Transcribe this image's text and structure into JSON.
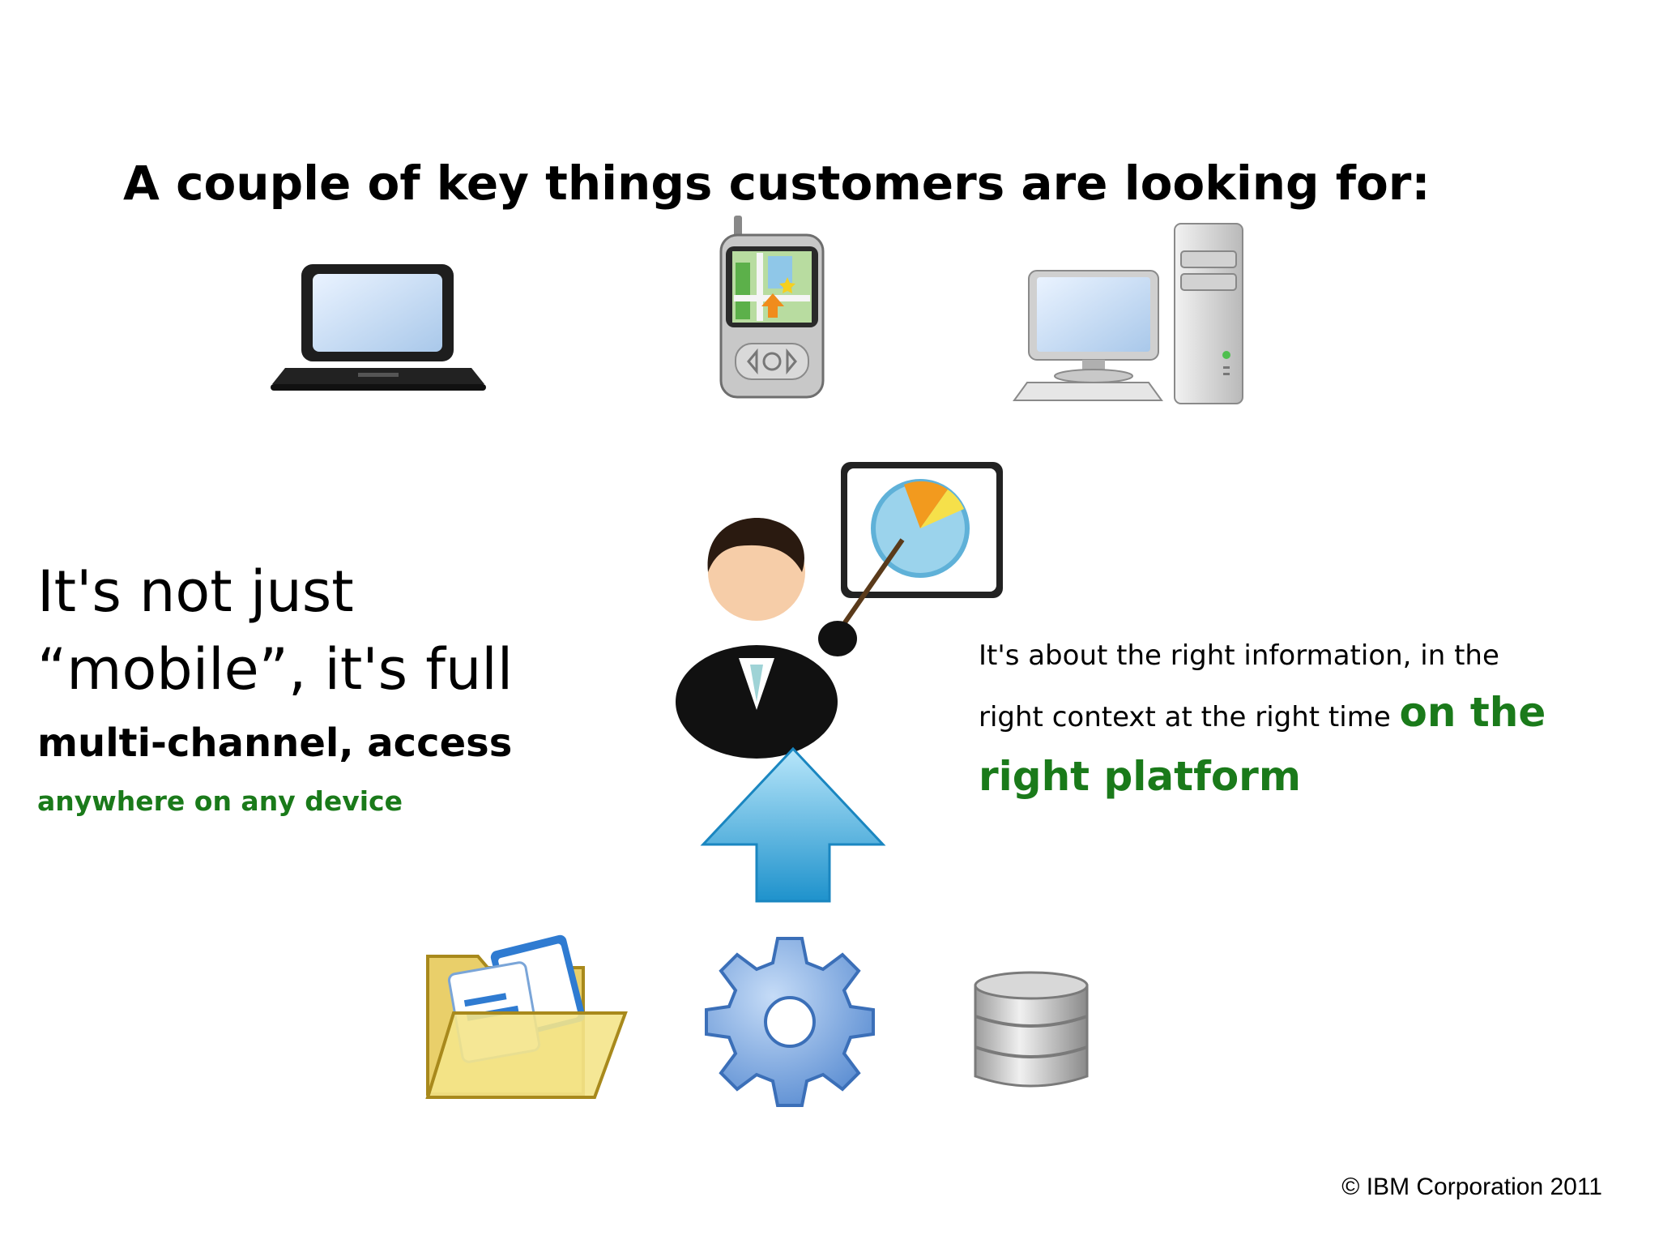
{
  "title": "A couple of key things customers are looking for:",
  "left_text": {
    "line1": "It's not just",
    "line2": "“mobile”, it's full",
    "line3": "multi-channel, access",
    "line4": "anywhere on any device"
  },
  "right_text": {
    "line1": "It's about the right information, in the",
    "line2_plain": "right context at the right time ",
    "line2_green": "on the",
    "line3": "right platform"
  },
  "footer": {
    "copyright": "© IBM Corporation 2011"
  },
  "icons": {
    "top": [
      "laptop-icon",
      "smartphone-icon",
      "desktop-computer-icon"
    ],
    "middle": [
      "presenter-icon",
      "up-arrow-icon"
    ],
    "bottom": [
      "folder-documents-icon",
      "gear-icon",
      "database-icon"
    ]
  },
  "colors": {
    "accent_green": "#1a7a1a",
    "arrow_blue": "#3aa8dc"
  }
}
